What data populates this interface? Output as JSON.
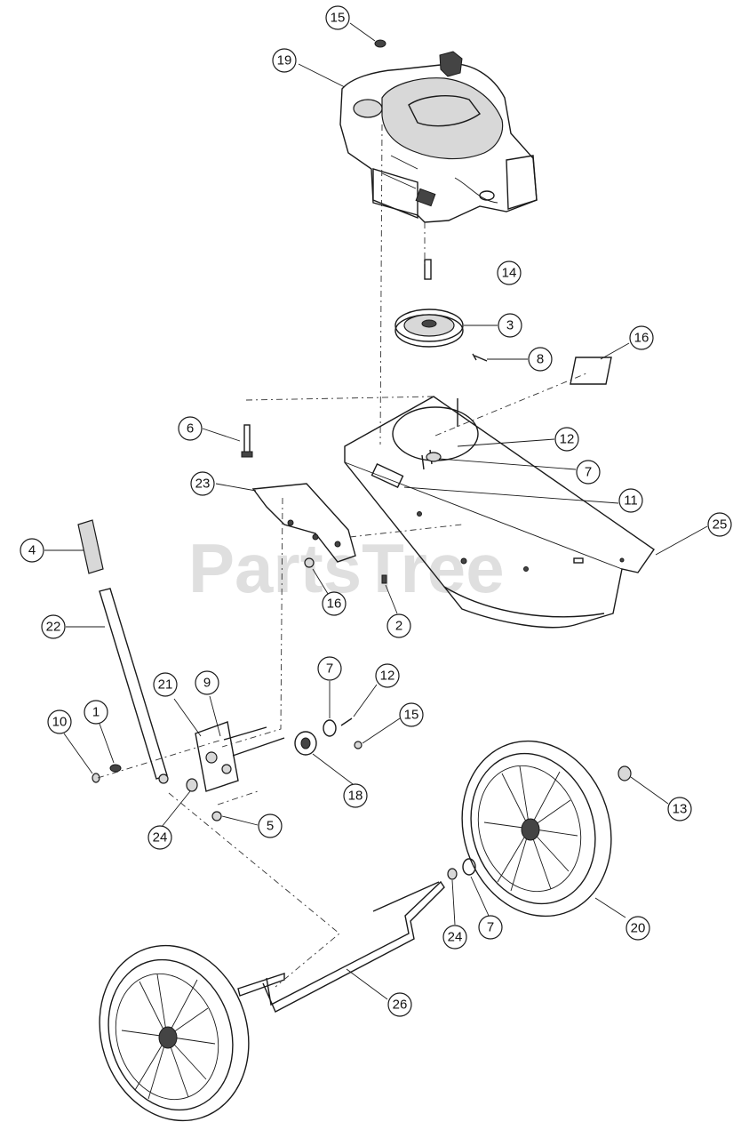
{
  "watermark": "PartsTree",
  "callouts": [
    {
      "id": "c15a",
      "label": "15"
    },
    {
      "id": "c19",
      "label": "19"
    },
    {
      "id": "c14",
      "label": "14"
    },
    {
      "id": "c3",
      "label": "3"
    },
    {
      "id": "c8",
      "label": "8"
    },
    {
      "id": "c16a",
      "label": "16"
    },
    {
      "id": "c6",
      "label": "6"
    },
    {
      "id": "c12a",
      "label": "12"
    },
    {
      "id": "c7a",
      "label": "7"
    },
    {
      "id": "c23",
      "label": "23"
    },
    {
      "id": "c11",
      "label": "11"
    },
    {
      "id": "c25",
      "label": "25"
    },
    {
      "id": "c4",
      "label": "4"
    },
    {
      "id": "c16b",
      "label": "16"
    },
    {
      "id": "c2",
      "label": "2"
    },
    {
      "id": "c22",
      "label": "22"
    },
    {
      "id": "c7b",
      "label": "7"
    },
    {
      "id": "c12b",
      "label": "12"
    },
    {
      "id": "c21",
      "label": "21"
    },
    {
      "id": "c9",
      "label": "9"
    },
    {
      "id": "c15b",
      "label": "15"
    },
    {
      "id": "c10",
      "label": "10"
    },
    {
      "id": "c1",
      "label": "1"
    },
    {
      "id": "c18",
      "label": "18"
    },
    {
      "id": "c13",
      "label": "13"
    },
    {
      "id": "c24a",
      "label": "24"
    },
    {
      "id": "c5",
      "label": "5"
    },
    {
      "id": "c20",
      "label": "20"
    },
    {
      "id": "c24b",
      "label": "24"
    },
    {
      "id": "c7c",
      "label": "7"
    },
    {
      "id": "c26",
      "label": "26"
    }
  ]
}
